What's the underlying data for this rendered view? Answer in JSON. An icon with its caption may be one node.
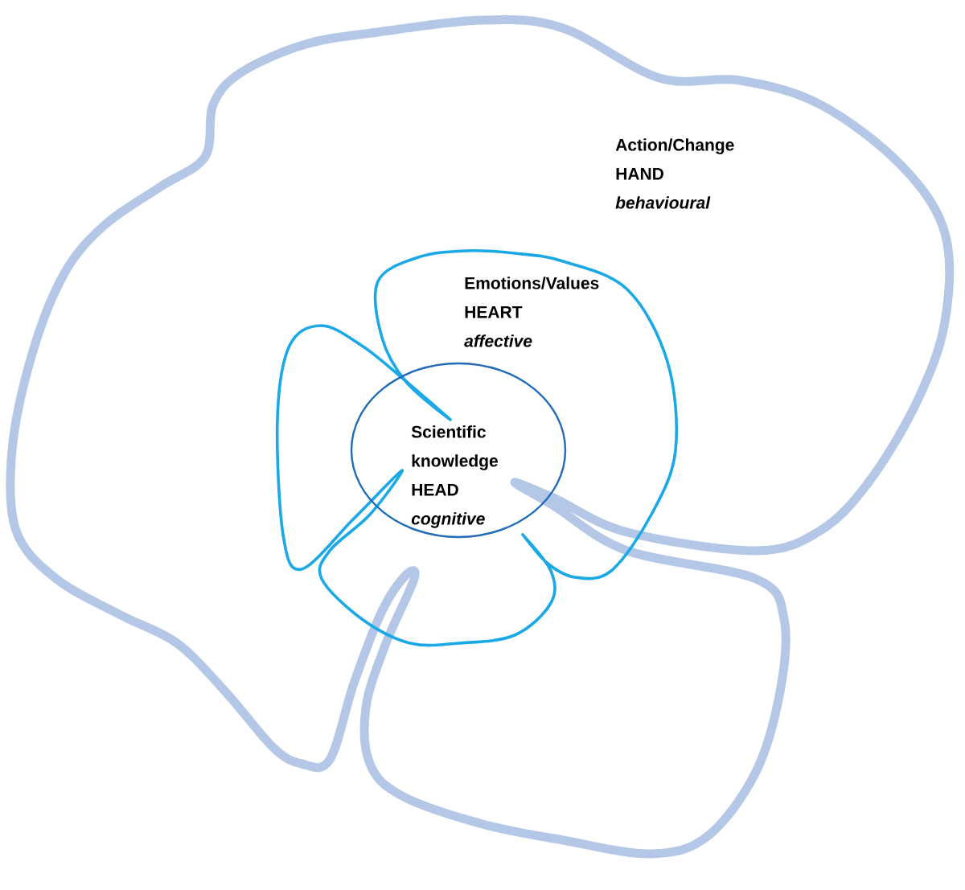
{
  "diagram": {
    "nodes": [
      {
        "text": [
          "Action/Change",
          "HAND",
          "behavioural"
        ]
      },
      {
        "text": [
          "Emotions/Values",
          "HEART",
          "affective"
        ],
        "in": 0
      },
      {
        "text": [
          "Scientific knowledge",
          "HEAD",
          "cognitive"
        ],
        "in": 1
      }
    ]
  }
}
